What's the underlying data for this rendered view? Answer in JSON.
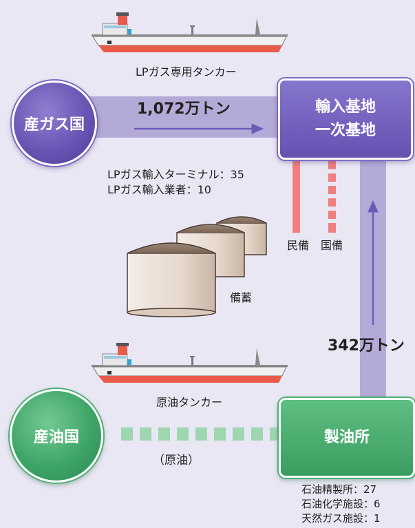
{
  "labels": {
    "lpg_tanker": "LPガス専用タンカー",
    "gas_country": "産ガス国",
    "import_volume": "1,072万トン",
    "import_base_line1": "輸入基地",
    "import_base_line2": "一次基地",
    "terminals": "LPガス輸入ターミナル：35",
    "importers": "LPガス輸入業者：10",
    "private_reserve": "民備",
    "national_reserve": "国備",
    "storage": "備蓄",
    "refinery_volume": "342万トン",
    "crude_tanker": "原油タンカー",
    "oil_country": "産油国",
    "refinery": "製油所",
    "crude_oil": "（原油）",
    "refineries_count": "石油精製所：27",
    "petrochem_count": "石油化学施設：6",
    "gas_facility_count": "天然ガス施設：1"
  },
  "colors": {
    "background": "#e9e7f4",
    "purple_flow": "#b3aad8",
    "arrow": "#6a5db8",
    "red_line": "#ef7f7f",
    "green_dash": "#9ed6b0"
  }
}
